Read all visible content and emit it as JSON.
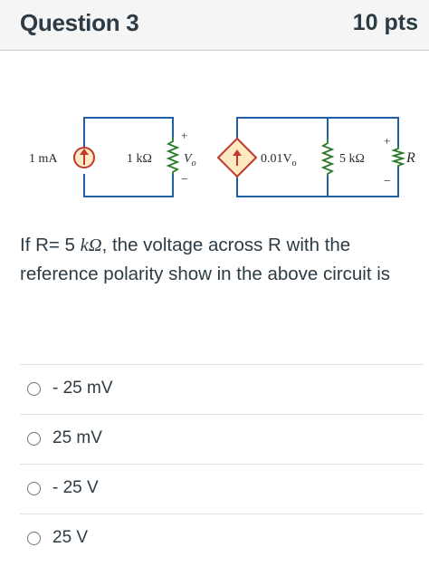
{
  "question": {
    "title": "Question 3",
    "points": "10 pts",
    "text_before_math": "If R= 5 ",
    "math_unit": "kΩ",
    "text_after_math": ", the voltage across R with the reference polarity show in the above circuit is"
  },
  "circuit": {
    "current_source_label": "1 mA",
    "resistor1_label": "1 kΩ",
    "vo_label": "V",
    "vo_subscript": "o",
    "dependent_source_label": "0.01V",
    "dependent_source_subscript": "o",
    "resistor2_label": "5 kΩ",
    "r_label": "R",
    "plus": "+",
    "minus": "−",
    "wire_color": "#1f5fa8",
    "resistor_color": "#2a7a2a",
    "source_fill": "#fde9c2",
    "arrow_color": "#c0392b"
  },
  "answers": [
    {
      "label": "- 25 mV"
    },
    {
      "label": "25 mV"
    },
    {
      "label": "- 25 V"
    },
    {
      "label": "25 V"
    }
  ]
}
